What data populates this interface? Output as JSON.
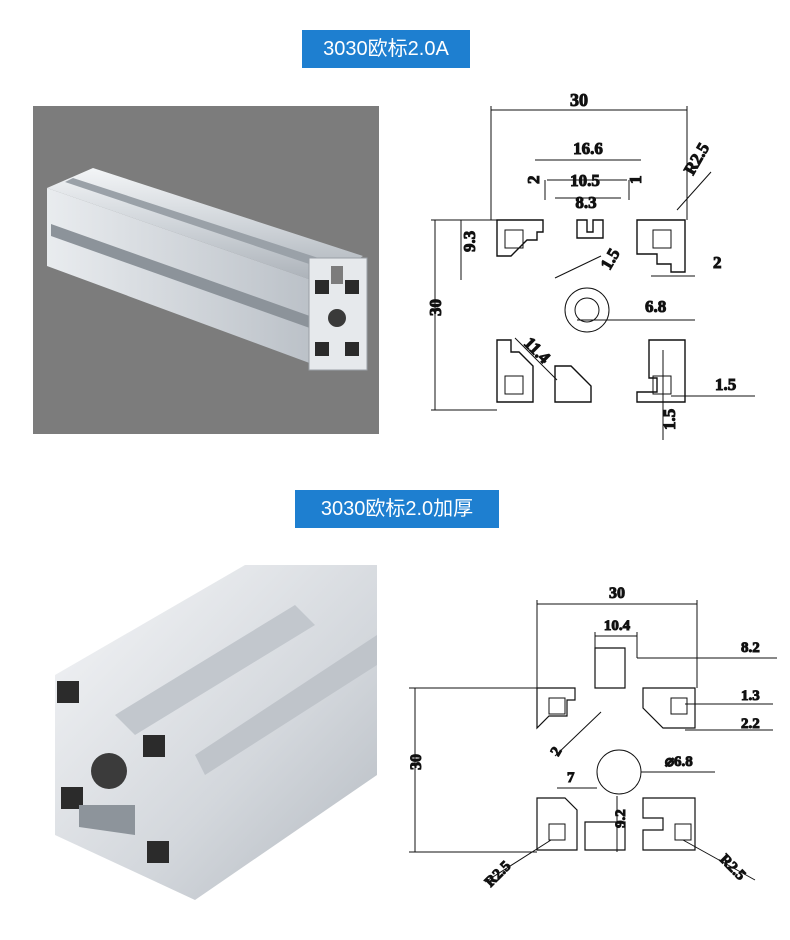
{
  "sections": [
    {
      "title": "3030欧标2.0A",
      "dimensions": {
        "width": "30",
        "height": "30",
        "slot_outer": "16.6",
        "slot_mid": "10.5",
        "slot_inner": "8.3",
        "slot_lip": "2",
        "slot_depth": "1",
        "corner_radius": "R2.5",
        "side_depth": "9.3",
        "wall": "1.5",
        "side_gap": "2",
        "bore": "6.8",
        "diagonal": "11.4",
        "wall_right": "1.5",
        "wall_bottom": "1.5"
      }
    },
    {
      "title": "3030欧标2.0加厚",
      "dimensions": {
        "width": "30",
        "height": "30",
        "slot_opening": "10.4",
        "slot_width": "8.2",
        "lip": "1.3",
        "lip_gap": "2.2",
        "diag_wall": "2",
        "bore": "⌀6.8",
        "core_wall": "7",
        "depth": "9.2",
        "radius_left": "R2.5",
        "radius_right": "R2.5"
      }
    }
  ],
  "colors": {
    "banner": "#1e7fd0",
    "photo_bg": "#7c7c7c",
    "aluminium": "#d9dde2"
  }
}
